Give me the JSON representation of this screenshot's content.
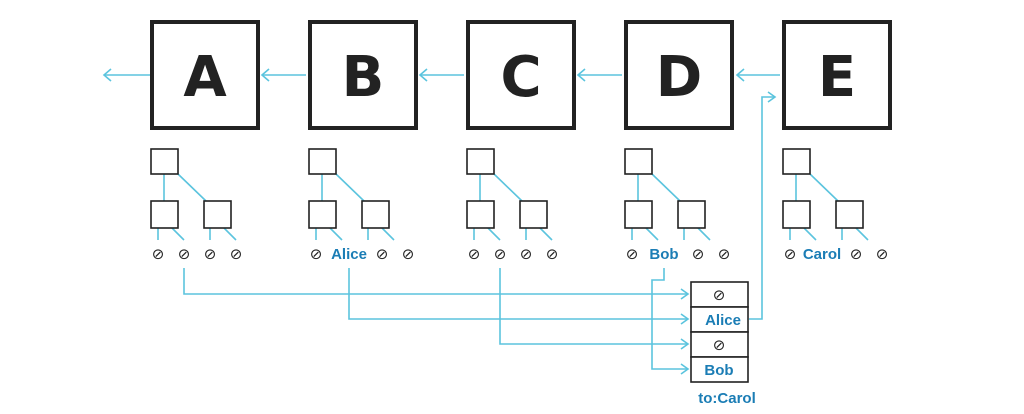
{
  "blocks": [
    {
      "label": "A",
      "leaves": [
        "⊘",
        "⊘",
        "⊘",
        "⊘"
      ]
    },
    {
      "label": "B",
      "leaves": [
        "⊘",
        "Alice",
        "⊘",
        "⊘"
      ]
    },
    {
      "label": "C",
      "leaves": [
        "⊘",
        "⊘",
        "⊘",
        "⊘"
      ]
    },
    {
      "label": "D",
      "leaves": [
        "⊘",
        "Bob",
        "⊘",
        "⊘"
      ]
    },
    {
      "label": "E",
      "leaves": [
        "⊘",
        "Carol",
        "⊘",
        "⊘"
      ]
    }
  ],
  "transaction": {
    "inputs": [
      "⊘",
      "Alice",
      "⊘",
      "Bob"
    ],
    "recipient": "to:Carol"
  },
  "colors": {
    "stroke": "#222222",
    "link": "#5bc4de",
    "label": "#1b7db5"
  }
}
